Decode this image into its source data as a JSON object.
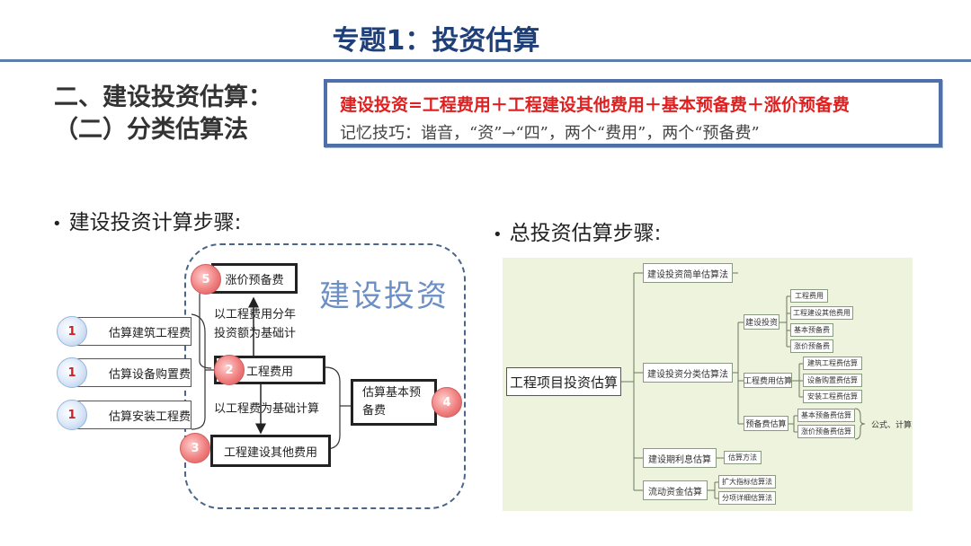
{
  "header": {
    "title": "专题1：投资估算"
  },
  "section": {
    "heading_1": "二、建设投资估算：",
    "heading_2": "（二）分类估算法"
  },
  "formula": {
    "main": "建设投资=工程费用＋工程建设其他费用＋基本预备费＋涨价预备费",
    "memory": "记忆技巧：谐音，“资”→“四”，两个“费用”，两个“预备费”"
  },
  "left_diagram": {
    "bullet": "建设投资计算步骤:",
    "big_label": "建设投资",
    "inputs": [
      {
        "badge": "1",
        "label": "估算建筑工程费"
      },
      {
        "badge": "1",
        "label": "估算设备购置费"
      },
      {
        "badge": "1",
        "label": "估算安装工程费"
      }
    ],
    "steps": {
      "s2": {
        "badge": "2",
        "label": "工程费用"
      },
      "s3": {
        "badge": "3",
        "label": "工程建设其他费用"
      },
      "s4": {
        "badge": "4",
        "label": "估算基本预备费"
      },
      "s5": {
        "badge": "5",
        "label": "涨价预备费"
      }
    },
    "notes": {
      "upper_1": "以工程费用分年",
      "upper_2": "投资额为基础计",
      "lower": "以工程费为基础计算"
    }
  },
  "right_diagram": {
    "bullet": "总投资估算步骤:",
    "root": "工程项目投资估算",
    "level1": [
      "建设投资简单估算法",
      "建设投资分类估算法",
      "建设期利息估算",
      "流动资金估算"
    ],
    "level2": [
      "建设投资",
      "工程费用估算",
      "预备费估算"
    ],
    "level3_investment": [
      "工程费用",
      "工程建设其他费用",
      "基本预备费",
      "涨价预备费"
    ],
    "level3_engineering": [
      "建筑工程费估算",
      "设备购置费估算",
      "安装工程费估算"
    ],
    "level3_reserve": [
      "基本预备费估算",
      "涨价预备费估算"
    ],
    "reserve_note": "公式、计算",
    "interest_method": "估算方法",
    "working_capital_methods": [
      "扩大指标估算法",
      "分项详细估算法"
    ]
  }
}
